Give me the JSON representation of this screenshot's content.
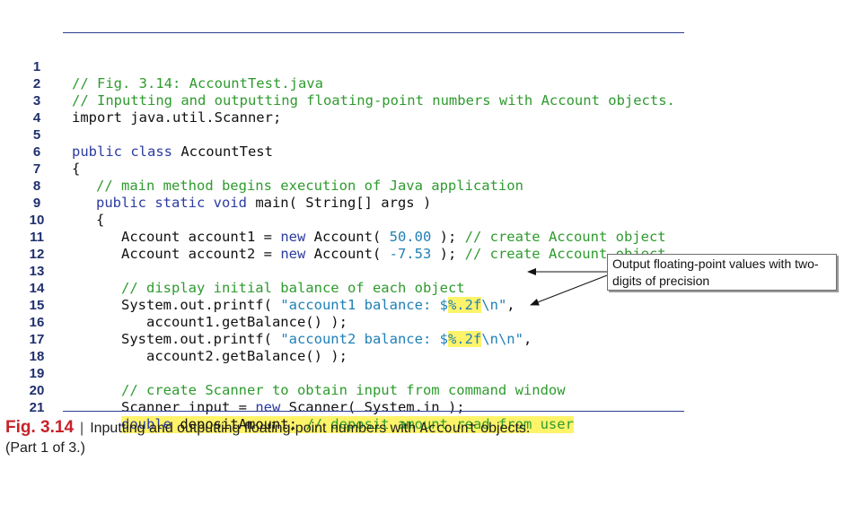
{
  "code": {
    "line_numbers": [
      "1",
      "2",
      "3",
      "4",
      "5",
      "6",
      "7",
      "8",
      "9",
      "10",
      "11",
      "12",
      "13",
      "14",
      "15",
      "16",
      "17",
      "18",
      "19",
      "20",
      "21"
    ],
    "l1": "// Fig. 3.14: AccountTest.java",
    "l2": "// Inputting and outputting floating-point numbers with Account objects.",
    "l3": "import java.util.Scanner;",
    "l5_kw": "public class",
    "l5_name": " AccountTest",
    "l6": "{",
    "l7": "// main method begins execution of Java application",
    "l8_kw": "public static void",
    "l8_rest": " main( String[] args )",
    "l9": "{",
    "l10_a": "Account account1 = ",
    "l10_kw": "new",
    "l10_b": " Account( ",
    "l10_num": "50.00",
    "l10_c": " ); ",
    "l10_cm": "// create Account object",
    "l11_a": "Account account2 = ",
    "l11_kw": "new",
    "l11_b": " Account( ",
    "l11_num": "-7.53",
    "l11_c": " ); ",
    "l11_cm": "// create Account object",
    "l13": "// display initial balance of each object",
    "l14_a": "System.out.printf( ",
    "l14_s1": "\"account1 balance: $",
    "l14_hl": "%.2f",
    "l14_s2": "\\n\"",
    "l14_c": ",",
    "l15": "account1.getBalance() );",
    "l16_a": "System.out.printf( ",
    "l16_s1": "\"account2 balance: $",
    "l16_hl": "%.2f",
    "l16_s2": "\\n\\n\"",
    "l16_c": ",",
    "l17": "account2.getBalance() );",
    "l19": "// create Scanner to obtain input from command window",
    "l20_a": "Scanner input = ",
    "l20_kw": "new",
    "l20_b": " Scanner( System.in );",
    "l21_kw": "double",
    "l21_a": " depositAmount; ",
    "l21_cm": "// deposit amount read from user"
  },
  "callout": {
    "text": "Output floating-point values with two-digits of precision"
  },
  "caption": {
    "label": "Fig. 3.14",
    "separator": "|",
    "text_a": "Inputting and outputting floating-point numbers with ",
    "text_code": "Account",
    "text_b": " objects.",
    "part": "(Part 1 of 3.)"
  },
  "colors": {
    "rule": "#2d3c8f",
    "comment": "#2e9b2e",
    "keyword": "#2b3ba0",
    "string": "#1f7fb6",
    "highlight": "#fff36a",
    "figure_label": "#c8222a"
  }
}
